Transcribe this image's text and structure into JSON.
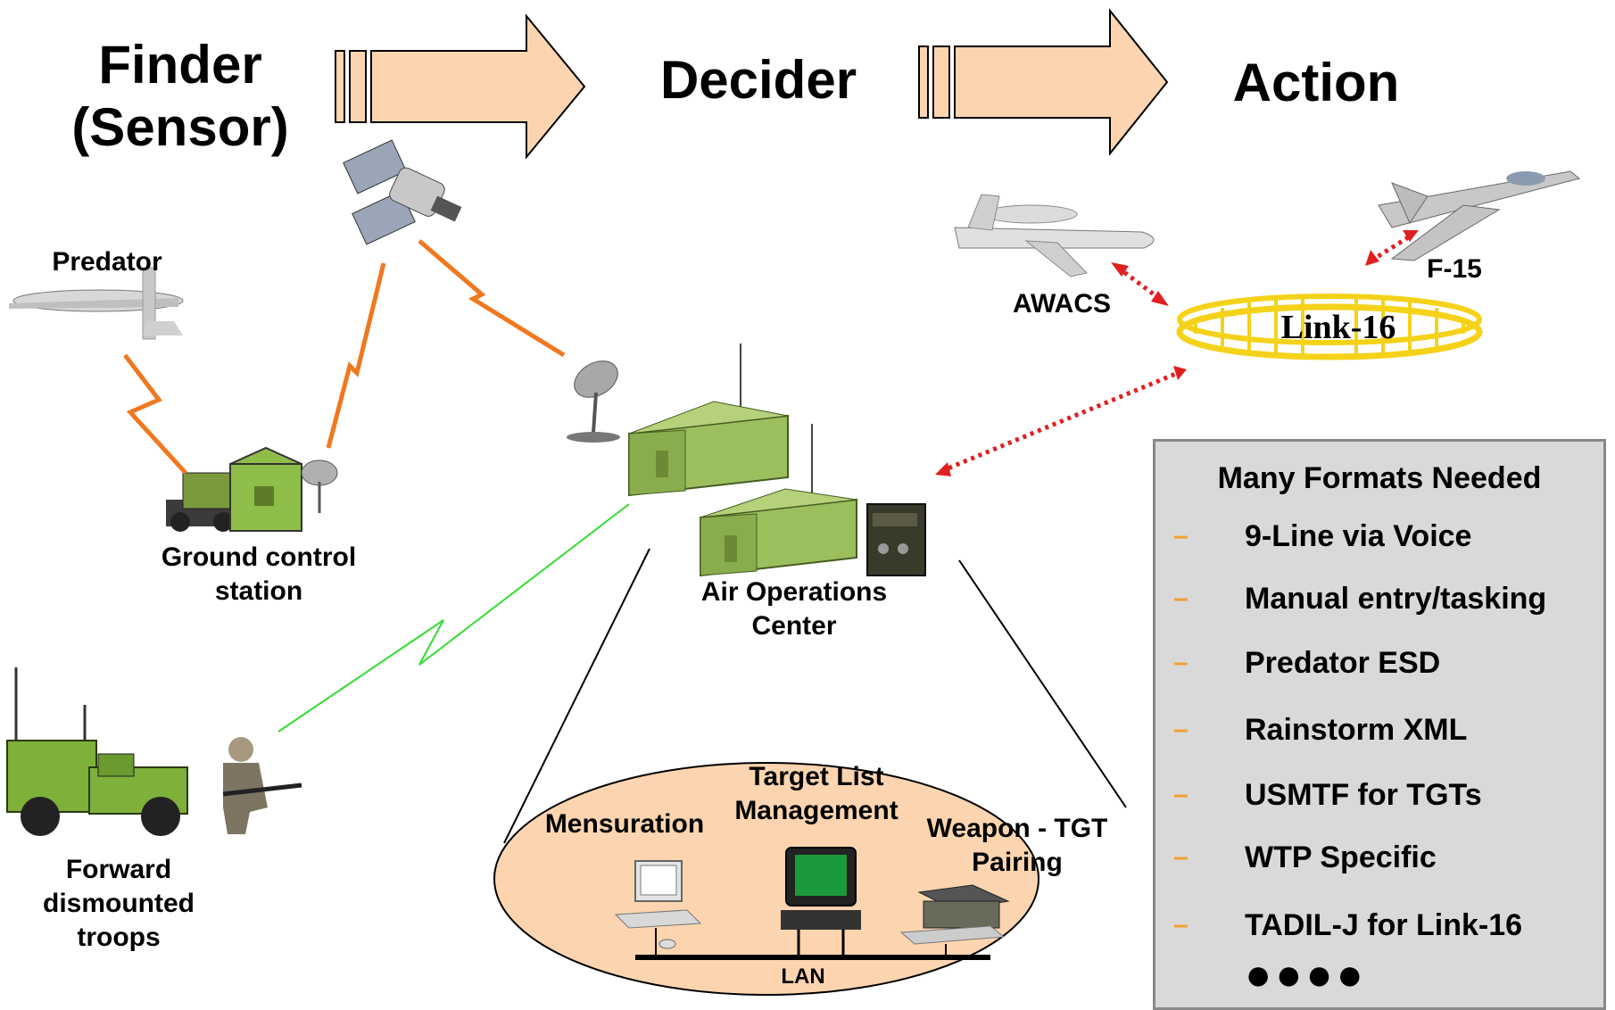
{
  "stages": {
    "finder_line1": "Finder",
    "finder_line2": "(Sensor)",
    "decider": "Decider",
    "action": "Action"
  },
  "nodes": {
    "predator": "Predator",
    "ground_control_1": "Ground control",
    "ground_control_2": "station",
    "forward_1": "Forward",
    "forward_2": "dismounted",
    "forward_3": "troops",
    "aoc_1": "Air Operations",
    "aoc_2": "Center",
    "awacs": "AWACS",
    "f15": "F-15",
    "link16": "Link-16"
  },
  "lan": {
    "mensuration": "Mensuration",
    "target_list_1": "Target List",
    "target_list_2": "Management",
    "weapon_1": "Weapon - TGT",
    "weapon_2": "Pairing",
    "lan_label": "LAN"
  },
  "formats_panel": {
    "title": "Many Formats Needed",
    "items": [
      "9-Line via Voice",
      "Manual entry/tasking",
      "Predator ESD",
      "Rainstorm XML",
      "USMTF for TGTs",
      "WTP Specific",
      "TADIL-J for Link-16"
    ],
    "bullet": "–",
    "ellipsis": "●●●●"
  },
  "colors": {
    "arrow_fill": "#fcd5b0",
    "sensor_link": "#f07820",
    "troop_link": "#33dd33",
    "data_link": "#e02020",
    "link16_ring": "#f5d21a",
    "building": "#9cbf5e",
    "lan_oval": "#fcd5b0"
  }
}
